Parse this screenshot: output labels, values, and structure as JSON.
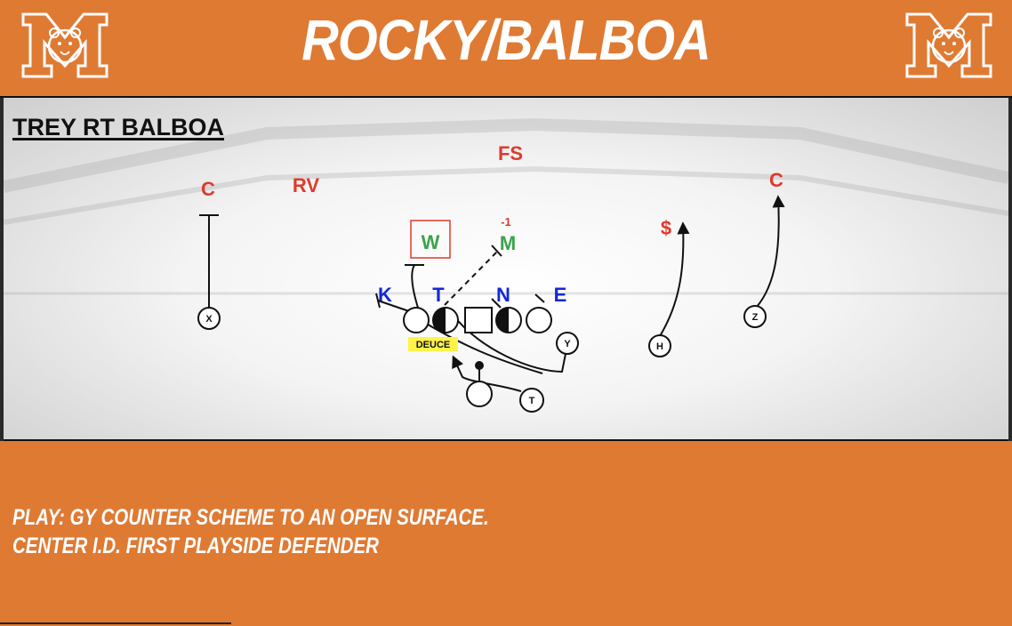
{
  "header": {
    "title": "ROCKY/BALBOA",
    "logo_letter": "M"
  },
  "field": {
    "play_name": "TREY RT BALBOA",
    "defense": {
      "fs": "FS",
      "c_left": "C",
      "rv": "RV",
      "w": "W",
      "m": "M",
      "m_tag": "-1",
      "k": "K",
      "t": "T",
      "n": "N",
      "e": "E",
      "dollar": "$",
      "c_right": "C"
    },
    "offense": {
      "x": "X",
      "z": "Z",
      "y": "Y",
      "h": "H",
      "t": "T"
    },
    "tag": "DEUCE"
  },
  "play": {
    "line1": "PLAY: GY COUNTER SCHEME TO AN OPEN SURFACE.",
    "line2": "CENTER I.D. FIRST PLAYSIDE DEFENDER"
  },
  "colors": {
    "orange": "#df7a33",
    "defense_red": "#e03a2c",
    "defense_green": "#3aa34a",
    "defense_blue": "#1428d8",
    "tag_yellow": "#fff34a"
  }
}
